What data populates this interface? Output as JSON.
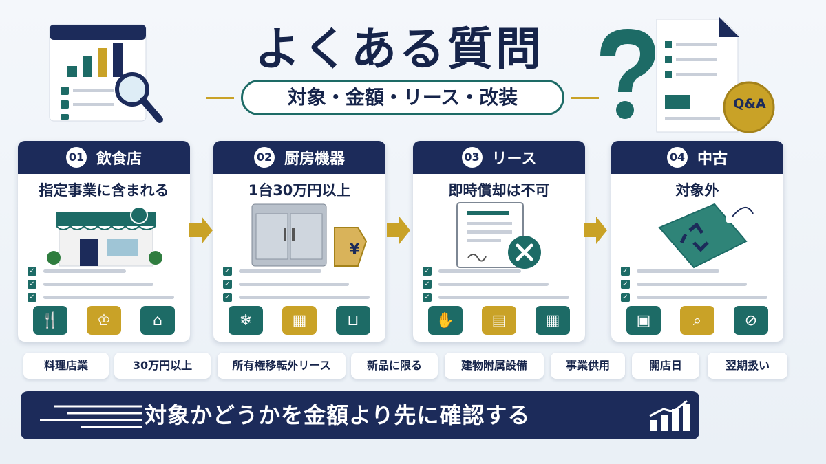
{
  "header": {
    "title": "よくある質問",
    "subtitle": "対象・金額・リース・改装",
    "qa_badge": "Q&A"
  },
  "cards": [
    {
      "num": "01",
      "title": "飲食店",
      "subtitle": "指定事業に含まれる"
    },
    {
      "num": "02",
      "title": "厨房機器",
      "subtitle": "1台30万円以上",
      "price_tag": "¥"
    },
    {
      "num": "03",
      "title": "リース",
      "subtitle": "即時償却は不可"
    },
    {
      "num": "04",
      "title": "中古",
      "subtitle": "対象外"
    }
  ],
  "tags": [
    "料理店業",
    "30万円以上",
    "所有権移転外リース",
    "新品に限る",
    "建物附属設備",
    "事業供用",
    "開店日",
    "翌期扱い"
  ],
  "banner": {
    "text": "対象かどうかを金額より先に確認する"
  },
  "colors": {
    "navy": "#1c2b5a",
    "teal": "#1d6b66",
    "gold": "#c9a227"
  }
}
